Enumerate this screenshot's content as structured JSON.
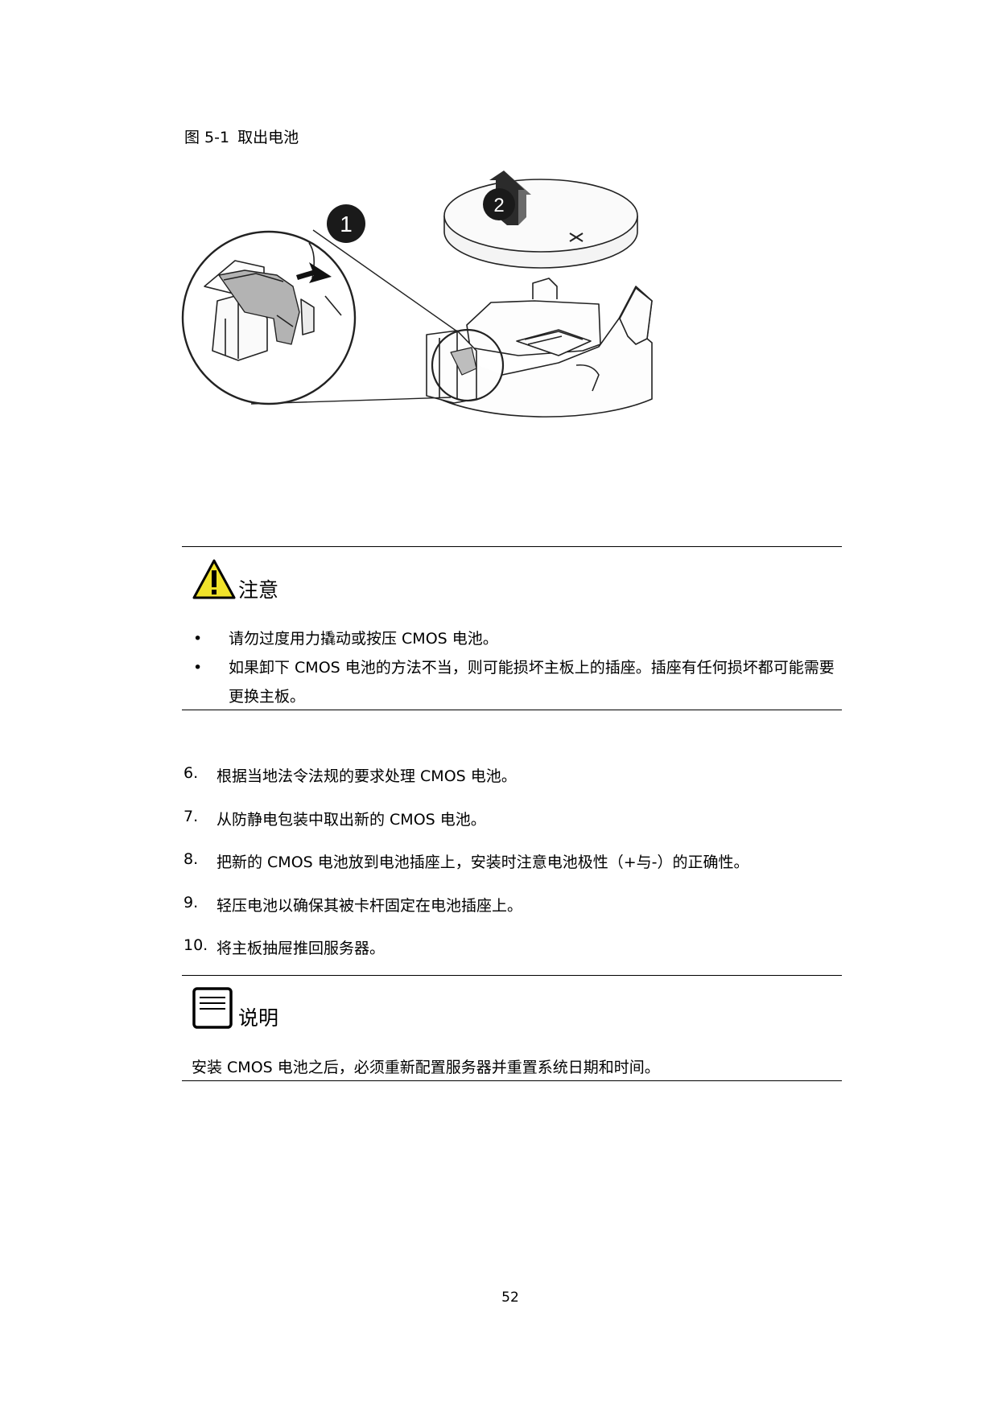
{
  "figure": {
    "label": "图 5-1",
    "title": "取出电池",
    "callout_1": "1",
    "callout_2": "2"
  },
  "notice": {
    "title": "注意",
    "items": [
      "请勿过度用力撬动或按压 CMOS 电池。",
      "如果卸下 CMOS 电池的方法不当，则可能损坏主板上的插座。插座有任何损坏都可能需要更换主板。"
    ]
  },
  "steps": [
    {
      "number": "6.",
      "text": "根据当地法令法规的要求处理 CMOS 电池。"
    },
    {
      "number": "7.",
      "text": "从防静电包装中取出新的 CMOS 电池。"
    },
    {
      "number": "8.",
      "text": "把新的 CMOS 电池放到电池插座上，安装时注意电池极性（+与-）的正确性。"
    },
    {
      "number": "9.",
      "text": "轻压电池以确保其被卡杆固定在电池插座上。"
    },
    {
      "number": "10.",
      "text": "将主板抽屉推回服务器。"
    }
  ],
  "note": {
    "title": "说明",
    "text": "安装 CMOS 电池之后，必须重新配置服务器并重置系统日期和时间。"
  },
  "page_number": "52",
  "colors": {
    "warning_yellow": "#f0e22a",
    "text": "#000000"
  },
  "icons": {
    "warning": "warning-triangle-icon",
    "note": "note-document-icon"
  }
}
